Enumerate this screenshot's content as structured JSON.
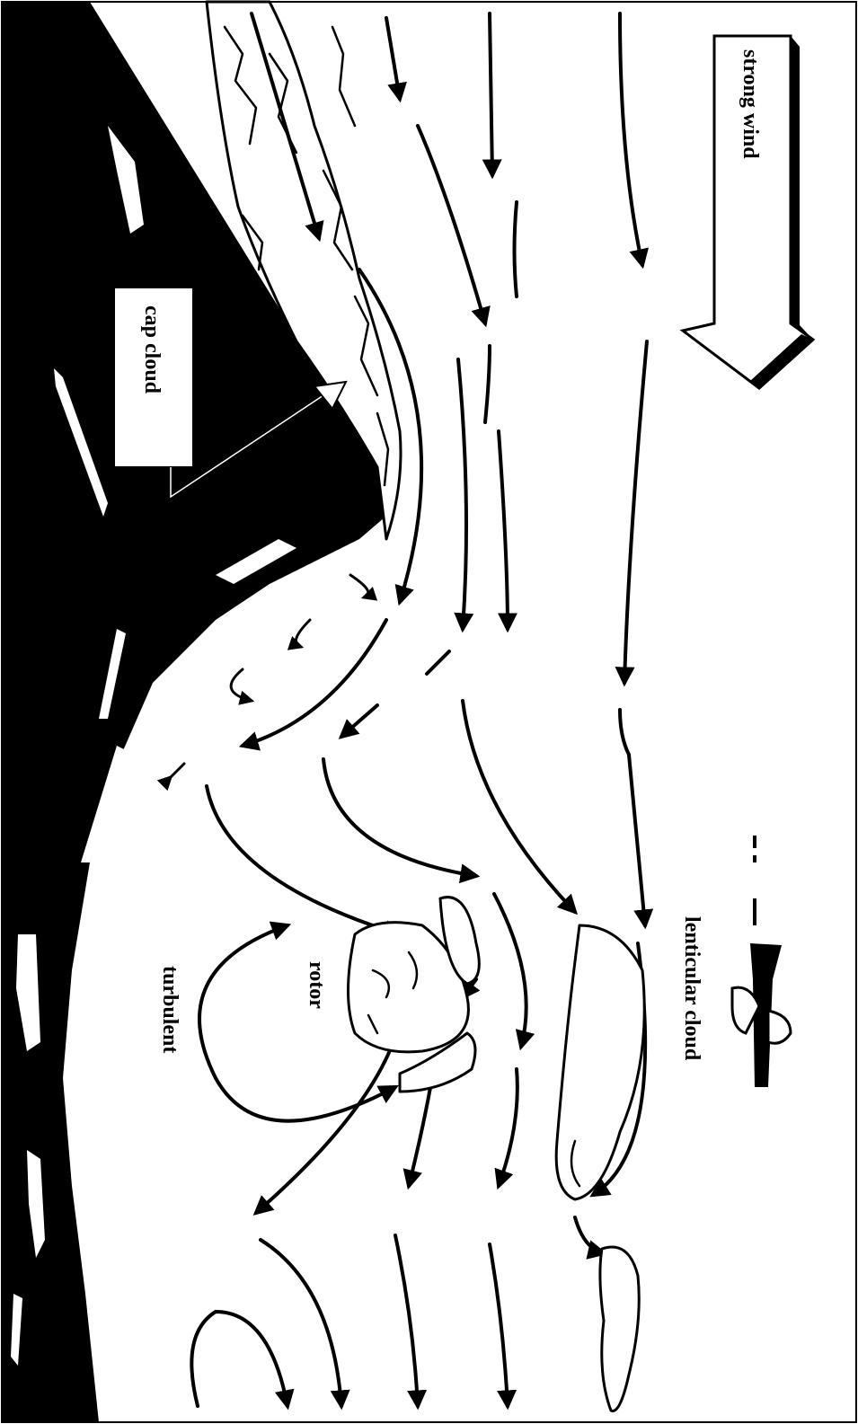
{
  "labels": {
    "strong_wind": "strong wind",
    "cap_cloud": "cap cloud",
    "lenticular_cloud": "lenticular cloud",
    "rotor": "rotor",
    "turbulent": "turbulent"
  },
  "colors": {
    "ink": "#000000",
    "paper": "#ffffff"
  },
  "icons": {
    "wind_direction": "thick-down-arrow-icon",
    "aircraft": "airplane-silhouette-icon"
  }
}
